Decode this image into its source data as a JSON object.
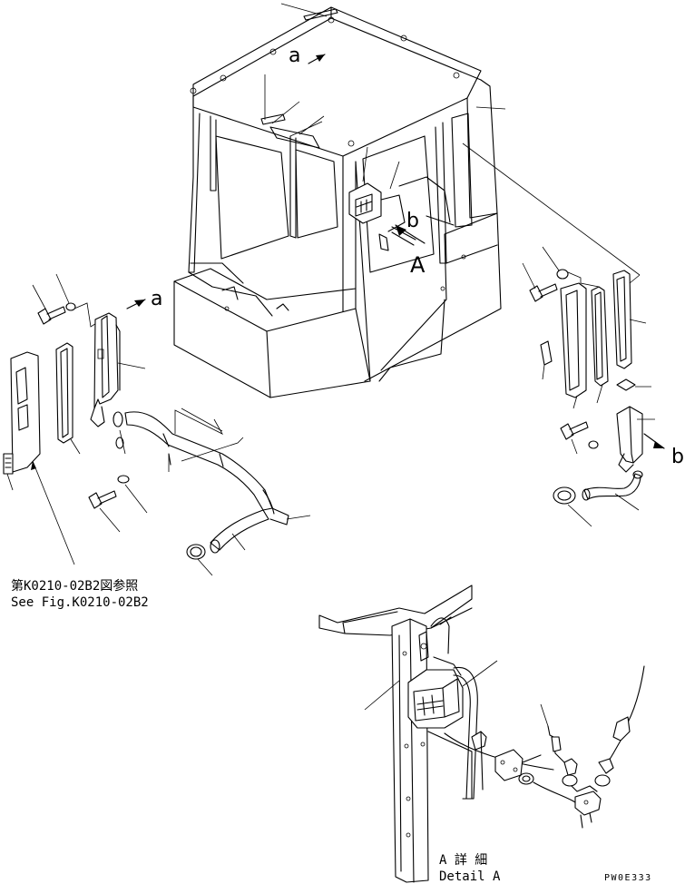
{
  "labels": {
    "view_a_upper": "a",
    "view_a_left": "a",
    "view_b_cab": "b",
    "view_b_right": "b",
    "arrow_A": "A"
  },
  "reference": {
    "jp": "第K0210-02B2図参照",
    "en": "See Fig.K0210-02B2"
  },
  "detail": {
    "jp": "A 詳 細",
    "en": "Detail A"
  },
  "drawing_code": "PW0E333"
}
